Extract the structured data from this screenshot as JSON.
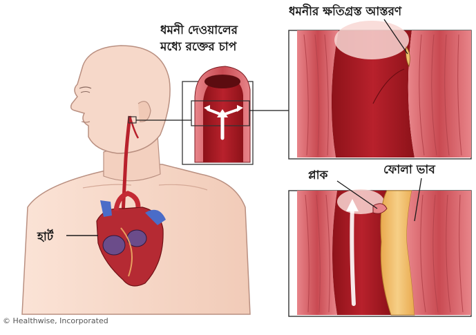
{
  "labels": {
    "artery_wall_pressure": [
      "ধমনী দেওয়ালের",
      "মধ্যে রক্তের চাপ"
    ],
    "damaged_lining": "ধমনীর ক্ষতিগ্রস্ত আস্তরণ",
    "plaque": "প্লাক",
    "swelling": "ফোলা ভাব",
    "heart": "হার্ট"
  },
  "credit": "© Healthwise, Incorporated",
  "colors": {
    "skin": "#f6d6c6",
    "skin_outline": "#b98f80",
    "artery_red": "#b8212c",
    "vessel_wall": "#d9636a",
    "lumen": "#a0171f",
    "plaque_yellow": "#f0c070",
    "vein_blue": "#4a6cc8"
  }
}
